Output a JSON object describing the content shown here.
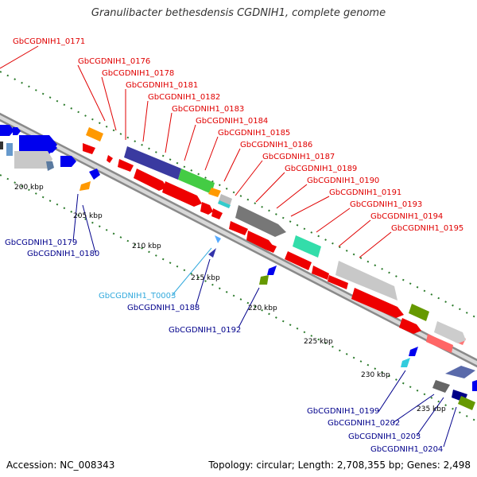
{
  "title": "Granulibacter bethesdensis CGDNIH1, complete genome",
  "accession": "Accession: NC_008343",
  "summary": "Topology: circular; Length: 2,708,355 bp; Genes: 2,498",
  "colors": {
    "forward_label": "#e00000",
    "reverse_label": "#00008b",
    "trna_label": "#33aadd",
    "backbone": "#8a8a8a",
    "tick": "#2a7a2a"
  },
  "scale_labels": [
    "200 kbp",
    "205 kbp",
    "210 kbp",
    "215 kbp",
    "220 kbp",
    "225 kbp",
    "230 kbp",
    "235 kbp"
  ],
  "forward_labels": [
    "GbCGDNIH1_0171",
    "GbCGDNIH1_0176",
    "GbCGDNIH1_0178",
    "GbCGDNIH1_0181",
    "GbCGDNIH1_0182",
    "GbCGDNIH1_0183",
    "GbCGDNIH1_0184",
    "GbCGDNIH1_0185",
    "GbCGDNIH1_0186",
    "GbCGDNIH1_0187",
    "GbCGDNIH1_0189",
    "GbCGDNIH1_0190",
    "GbCGDNIH1_0191",
    "GbCGDNIH1_0193",
    "GbCGDNIH1_0194",
    "GbCGDNIH1_0195"
  ],
  "reverse_labels": [
    "GbCGDNIH1_0179",
    "GbCGDNIH1_0180",
    "GbCGDNIH1_T0003",
    "GbCGDNIH1_0188",
    "GbCGDNIH1_0192",
    "GbCGDNIH1_0199",
    "GbCGDNIH1_0202",
    "GbCGDNIH1_0203",
    "GbCGDNIH1_0204"
  ]
}
